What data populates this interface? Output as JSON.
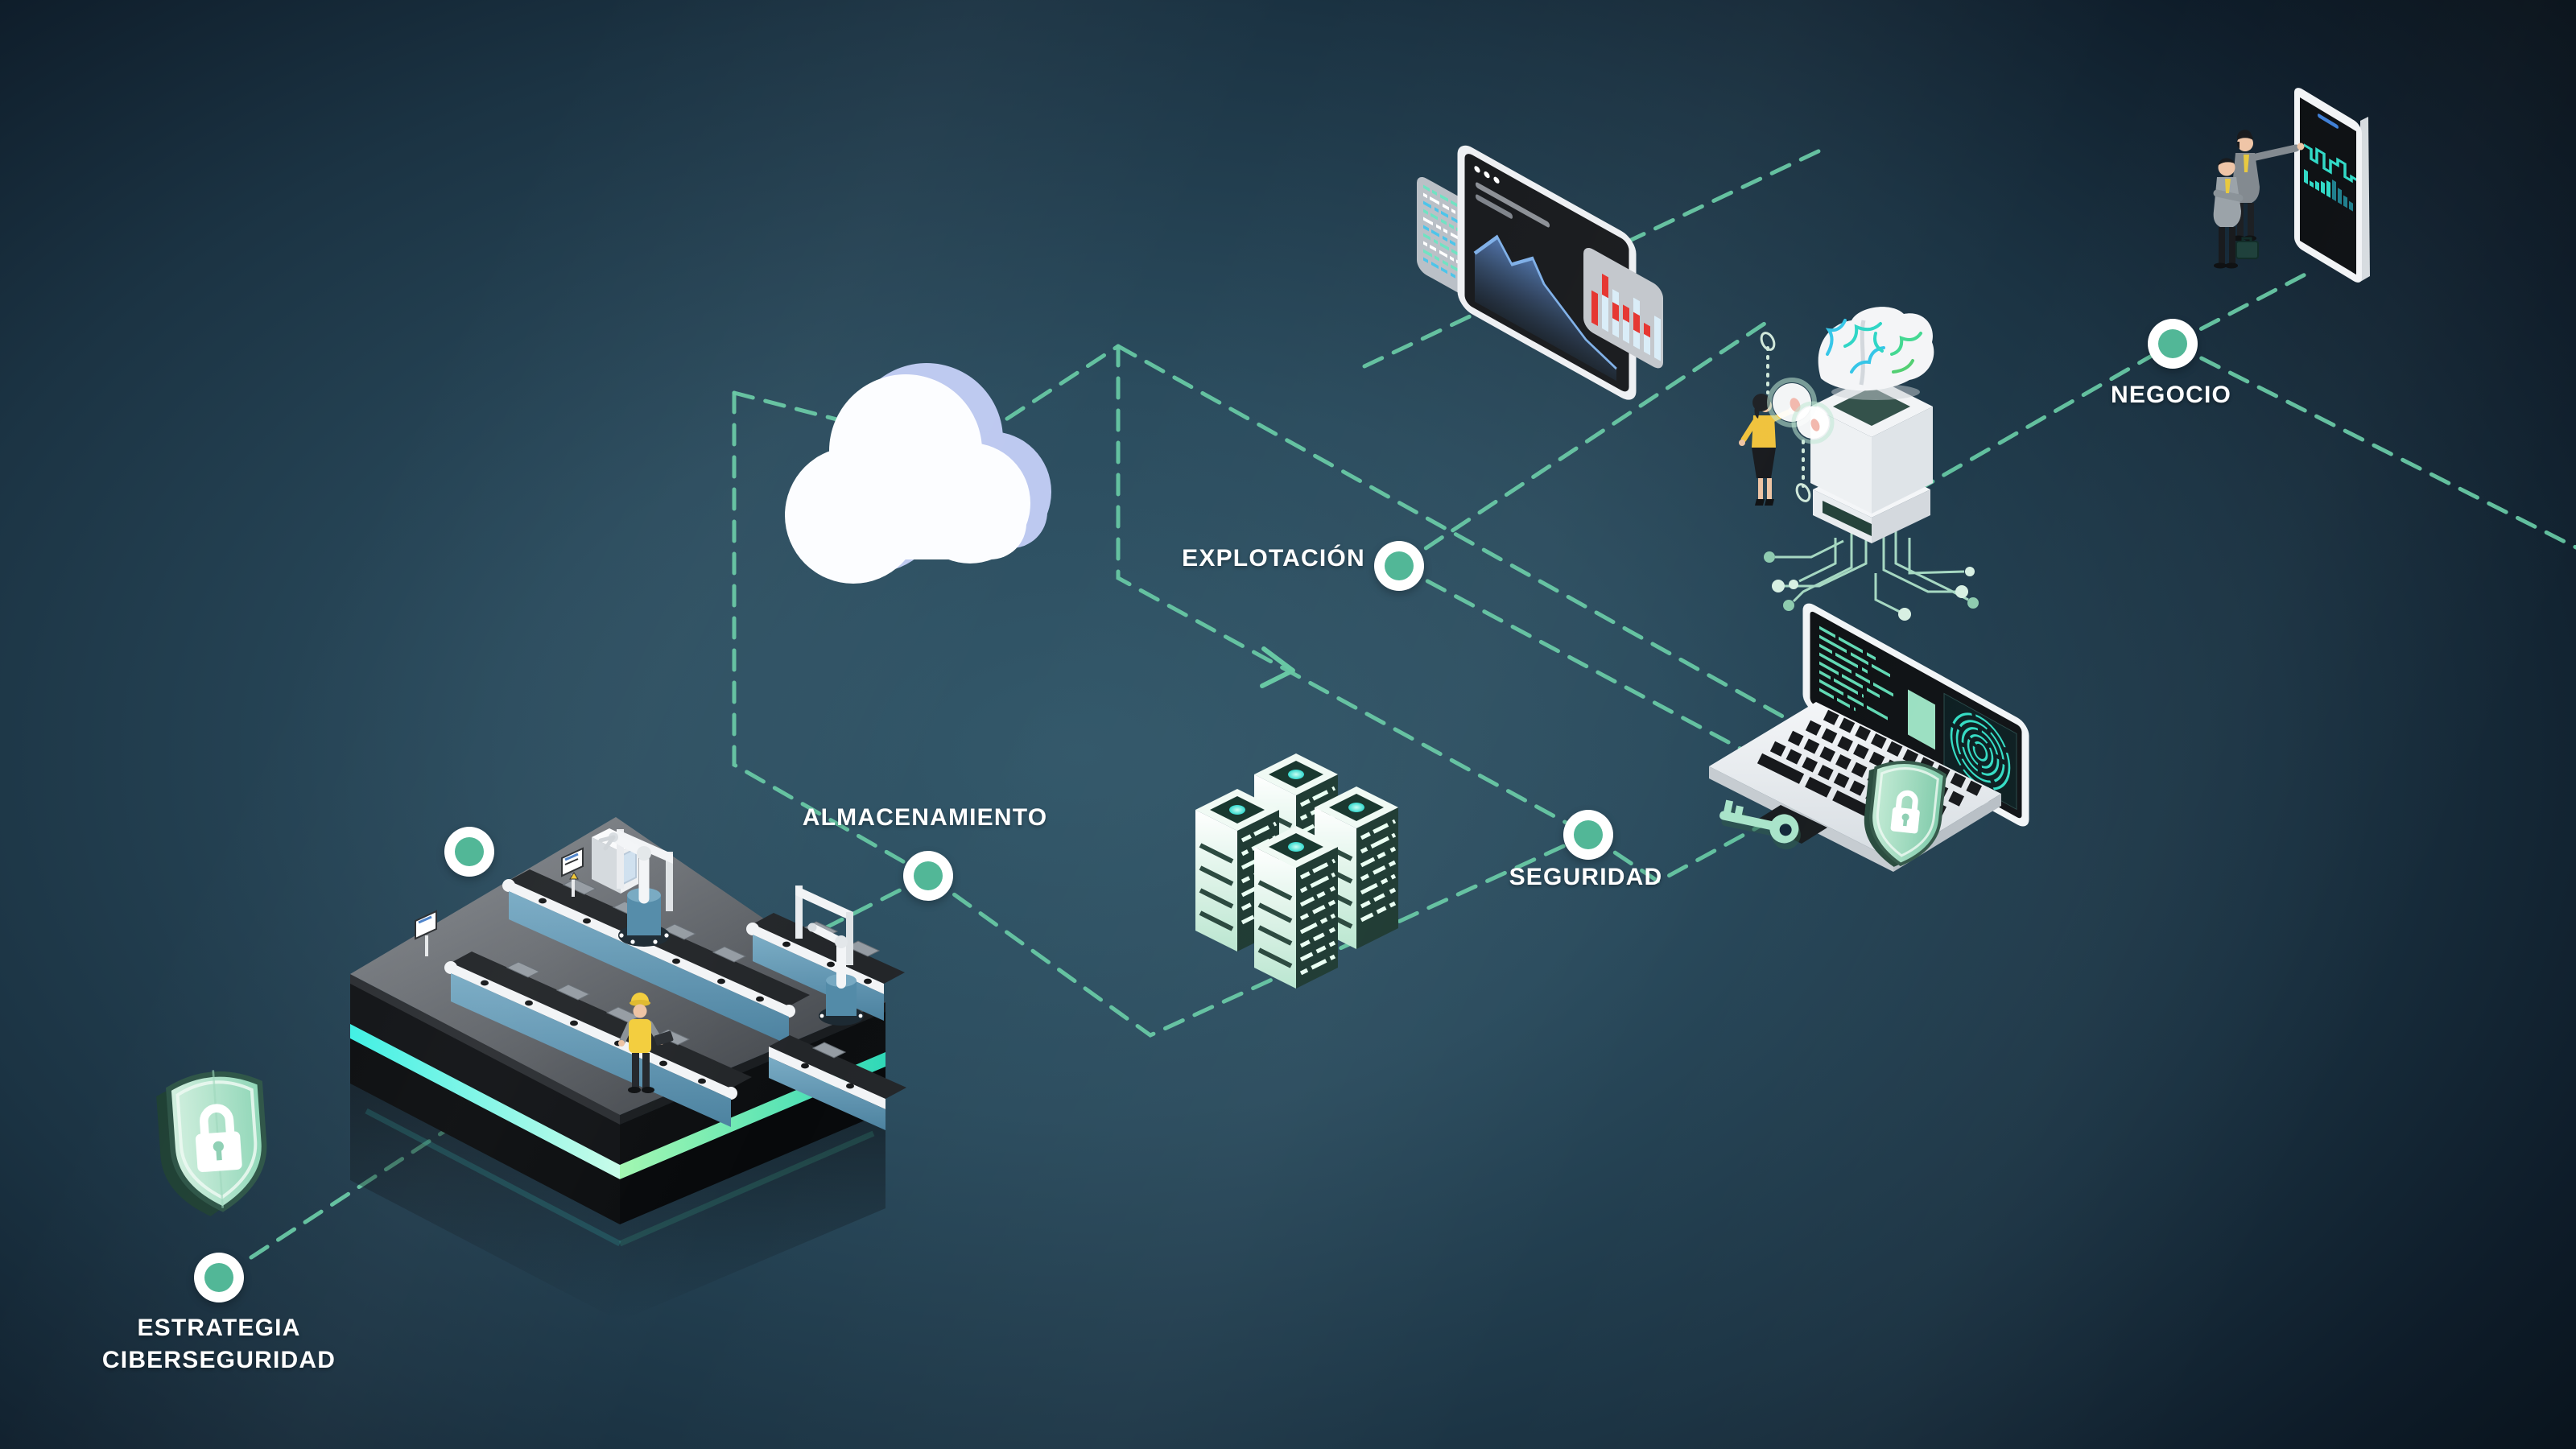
{
  "diagram": {
    "language": "es",
    "theme": "industria-4.0-ciberseguridad",
    "stations": [
      {
        "id": "estrategia-ciberseguridad",
        "label_lines": [
          "ESTRATEGIA",
          "CIBERSEGURIDAD"
        ],
        "icon": "shield-padlock-icon"
      },
      {
        "id": "planta-industrial",
        "label_lines": [],
        "icon": "smart-factory-icon"
      },
      {
        "id": "almacenamiento",
        "label_lines": [
          "ALMACENAMIENTO"
        ],
        "icon": "cloud-data-center-icon"
      },
      {
        "id": "explotacion",
        "label_lines": [
          "EXPLOTACIÓN"
        ],
        "icon": "analytics-dashboard-icon"
      },
      {
        "id": "seguridad",
        "label_lines": [
          "SEGURIDAD"
        ],
        "icon": "secure-laptop-icon"
      },
      {
        "id": "negocio",
        "label_lines": [
          "NEGOCIO"
        ],
        "icon": "business-smartphone-icon"
      }
    ],
    "colors": {
      "background_center": "#2f5364",
      "background_edge": "#0a141d",
      "dashed_path": "#66c7a3",
      "node_core": "#52b797",
      "node_ring": "#ffffff",
      "label_text": "#ffffff",
      "glow_cyan": "#3ff0e4",
      "glow_green": "#7ef29e",
      "cloud_front": "#fcfdff",
      "cloud_side": "#bdc9f0",
      "mint": "#a9e4ca",
      "alert_red": "#e5332e",
      "chart_blue": "#7fb0e8",
      "suit_gray": "#9aa2a8",
      "safety_yellow": "#f3cd3c"
    }
  }
}
